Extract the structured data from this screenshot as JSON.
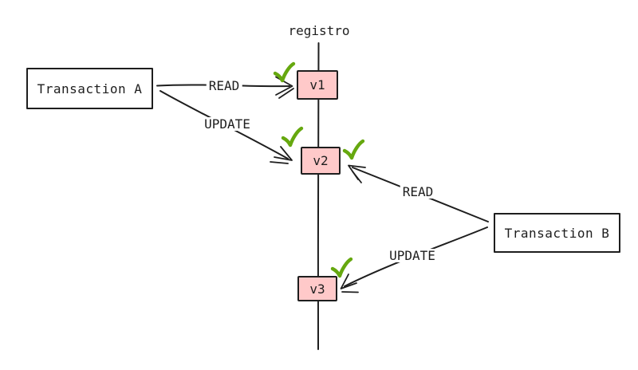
{
  "colors": {
    "ink": "#1e1e1e",
    "version_fill": "#ffc9c9",
    "checkmark_green": "#66a80f",
    "background": "#ffffff"
  },
  "timeline": {
    "label": "registro"
  },
  "transactions": {
    "a": {
      "label": "Transaction A"
    },
    "b": {
      "label": "Transaction B"
    }
  },
  "versions": {
    "v1": {
      "label": "v1"
    },
    "v2": {
      "label": "v2"
    },
    "v3": {
      "label": "v3"
    }
  },
  "operations": {
    "a_read": {
      "label": "READ"
    },
    "a_update": {
      "label": "UPDATE"
    },
    "b_read": {
      "label": "READ"
    },
    "b_update": {
      "label": "UPDATE"
    }
  },
  "icons": {
    "checkmark": "✓"
  }
}
